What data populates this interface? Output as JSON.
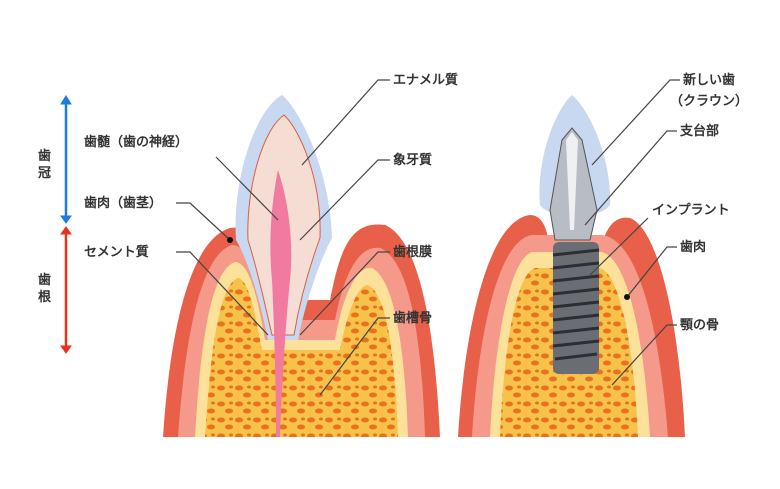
{
  "left_diagram": {
    "crown_label": "歯冠",
    "root_label": "歯根",
    "labels": {
      "pulp": "歯髄（歯の神経）",
      "gum": "歯肉（歯茎）",
      "cementum": "セメント質",
      "enamel": "エナメル質",
      "dentin": "象牙質",
      "periodontal_ligament": "歯根膜",
      "alveolar_bone": "歯槽骨"
    }
  },
  "right_diagram": {
    "labels": {
      "new_tooth": "新しい歯",
      "crown": "（クラウン）",
      "abutment": "支台部",
      "implant": "インプラント",
      "gum": "歯肉",
      "jaw_bone": "顎の骨"
    }
  },
  "colors": {
    "crown_arrow": "#1e7be6",
    "root_arrow": "#e8321e",
    "gum": "#e8604a",
    "bone": "#f5d36a",
    "enamel": "#c8d8f0",
    "dentin": "#f6ddd4",
    "pulp": "#f07aa0"
  }
}
